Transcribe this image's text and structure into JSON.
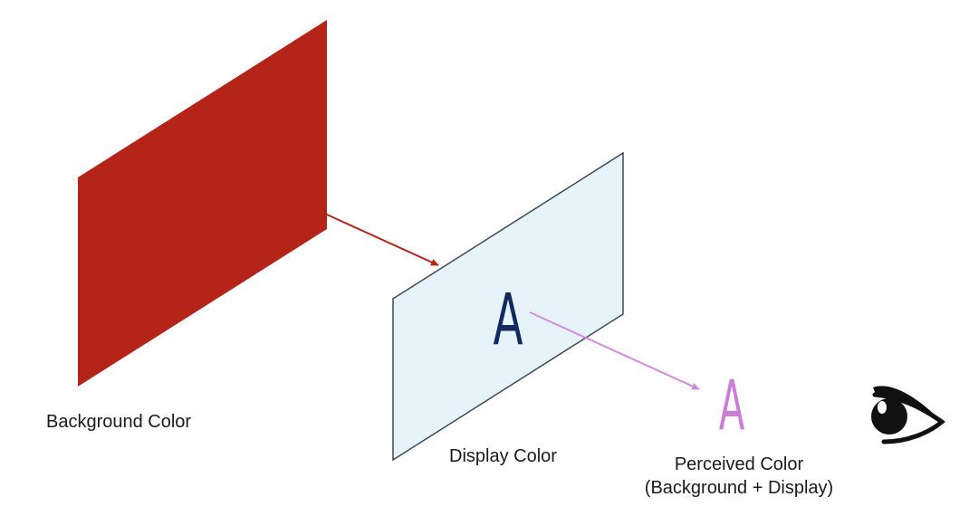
{
  "labels": {
    "background": "Background Color",
    "display": "Display Color",
    "perceived_line1": "Perceived Color",
    "perceived_line2": "(Background + Display)"
  },
  "glyph": {
    "display_letter": "A",
    "perceived_letter": "A"
  },
  "colors": {
    "background_panel": "#b52419",
    "display_panel_fill": "#e7f3fb",
    "display_panel_border": "#3a4a56",
    "display_letter": "#14295e",
    "perceived_letter": "#c97fd6",
    "arrow_background": "#b52419",
    "arrow_display": "#d48bde",
    "eye": "#111111"
  },
  "icons": {
    "viewer": "eye-icon"
  }
}
